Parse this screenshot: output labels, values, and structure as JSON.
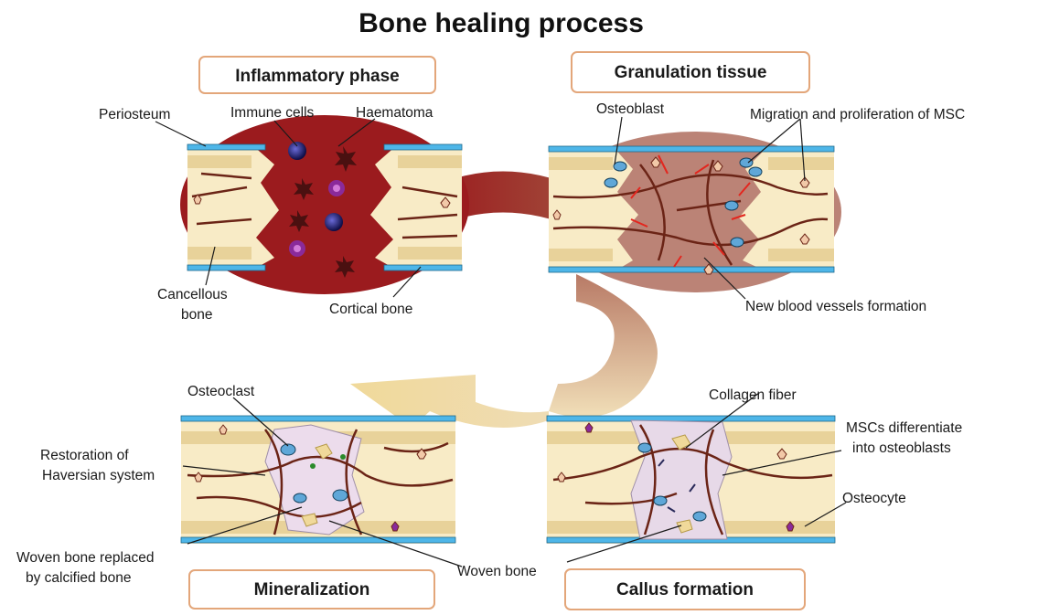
{
  "title": "Bone healing process",
  "phases": {
    "inflammatory": "Inflammatory phase",
    "granulation": "Granulation tissue",
    "mineralization": "Mineralization",
    "callus": "Callus formation"
  },
  "labels": {
    "periosteum": "Periosteum",
    "immune_cells": "Immune cells",
    "haematoma": "Haematoma",
    "cancellous_1": "Cancellous",
    "cancellous_2": "bone",
    "cortical_bone": "Cortical bone",
    "osteoblast": "Osteoblast",
    "migration": "Migration and proliferation of MSC",
    "new_vessels": "New blood vessels formation",
    "osteoclast": "Osteoclast",
    "restoration_1": "Restoration of",
    "restoration_2": "Haversian system",
    "woven_replaced_1": "Woven bone replaced",
    "woven_replaced_2": "by calcified bone",
    "woven_bone": "Woven bone",
    "collagen_fiber": "Collagen fiber",
    "mscs_diff_1": "MSCs differentiate",
    "mscs_diff_2": "into osteoblasts",
    "osteocyte": "Osteocyte"
  },
  "colors": {
    "haematoma": "#9b1b1e",
    "granulation": "#b5786a",
    "bone_fill": "#f8ebc6",
    "bone_stripe": "#e8d29a",
    "periosteum": "#4eb6e8",
    "vessel": "#6b2416",
    "box_border": "#e3a67a",
    "callus": "#e7d9e8"
  }
}
